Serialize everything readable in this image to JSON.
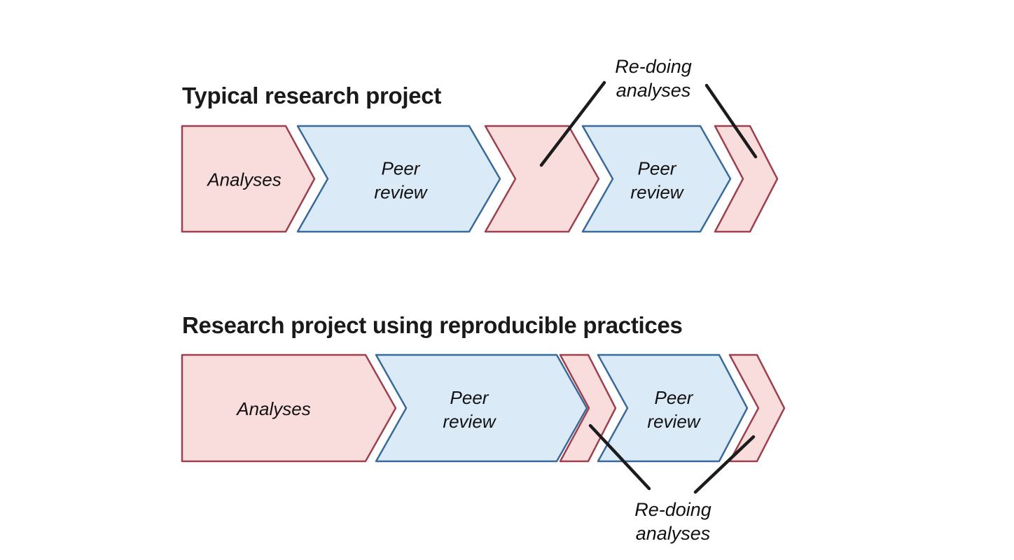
{
  "page": {
    "background": "#ffffff"
  },
  "colors": {
    "pink_fill": "#f9dddd",
    "pink_stroke": "#9e414e",
    "blue_fill": "#dbeaf7",
    "blue_stroke": "#3a6a99",
    "annotation_line": "#1c1c1c",
    "text": "#111111",
    "title_text": "#1a1a1a"
  },
  "diagrams": [
    {
      "title": "Typical research project",
      "shapes": [
        {
          "name": "analyses-arrow",
          "color": "pink",
          "label": [
            "Analyses"
          ]
        },
        {
          "name": "peer-review-arrow-1",
          "color": "blue",
          "label": [
            "Peer",
            "review"
          ]
        },
        {
          "name": "redo-analyses-arrow-1",
          "color": "pink",
          "label": []
        },
        {
          "name": "peer-review-arrow-2",
          "color": "blue",
          "label": [
            "Peer",
            "review"
          ]
        },
        {
          "name": "redo-analyses-arrow-2",
          "color": "pink",
          "label": []
        }
      ],
      "annotation": {
        "lines": [
          "Re-doing",
          "analyses"
        ]
      }
    },
    {
      "title": "Research project using reproducible practices",
      "shapes": [
        {
          "name": "analyses-arrow",
          "color": "pink",
          "label": [
            "Analyses"
          ]
        },
        {
          "name": "peer-review-arrow-1",
          "color": "blue",
          "label": [
            "Peer",
            "review"
          ]
        },
        {
          "name": "redo-analyses-arrow-1",
          "color": "pink",
          "label": []
        },
        {
          "name": "peer-review-arrow-2",
          "color": "blue",
          "label": [
            "Peer",
            "review"
          ]
        },
        {
          "name": "redo-analyses-arrow-2",
          "color": "pink",
          "label": []
        }
      ],
      "annotation": {
        "lines": [
          "Re-doing",
          "analyses"
        ]
      }
    }
  ]
}
